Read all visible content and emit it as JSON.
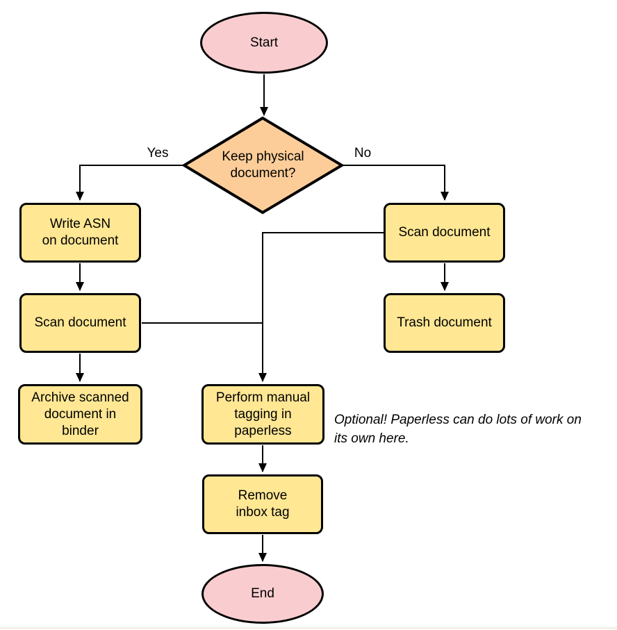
{
  "diagram": {
    "nodes": {
      "start": {
        "label": "Start",
        "type": "terminal"
      },
      "decision": {
        "label": "Keep physical\ndocument?",
        "type": "decision"
      },
      "write_asn": {
        "label": "Write ASN\non document",
        "type": "process"
      },
      "scan_left": {
        "label": "Scan document",
        "type": "process"
      },
      "archive": {
        "label": "Archive scanned\ndocument in\nbinder",
        "type": "process"
      },
      "scan_right": {
        "label": "Scan document",
        "type": "process"
      },
      "trash": {
        "label": "Trash document",
        "type": "process"
      },
      "tagging": {
        "label": "Perform manual\ntagging in\npaperless",
        "type": "process"
      },
      "remove_inbox": {
        "label": "Remove\ninbox tag",
        "type": "process"
      },
      "end": {
        "label": "End",
        "type": "terminal"
      }
    },
    "edge_labels": {
      "yes": "Yes",
      "no": "No"
    },
    "note": {
      "text": "Optional! Paperless can do lots of work on\nits own here."
    },
    "colors": {
      "terminal_fill": "#f9cdd0",
      "decision_fill": "#fdcd99",
      "process_fill": "#ffe794",
      "stroke": "#000000",
      "background": "#ffffff"
    }
  }
}
